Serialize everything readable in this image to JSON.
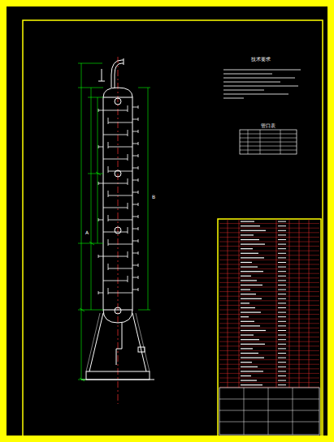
{
  "diagram": {
    "nodes": [],
    "edges": [],
    "labels": [
      "技术要求",
      "管口表",
      "A",
      "B"
    ]
  }
}
